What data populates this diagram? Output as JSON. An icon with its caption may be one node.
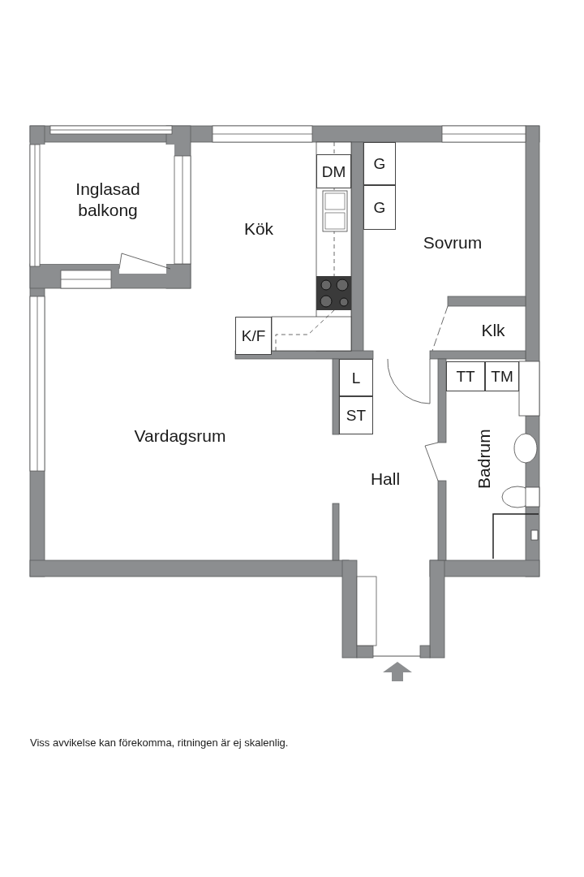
{
  "diagram": {
    "caption": "Viss avvikelse kan förekomma, ritningen är ej skalenlig.",
    "nodes": [
      {
        "text": [
          "DM"
        ]
      },
      {
        "text": [
          "G"
        ]
      },
      {
        "text": [
          "G"
        ]
      },
      {
        "text": [
          "K/F"
        ]
      },
      {
        "text": [
          "L"
        ]
      },
      {
        "text": [
          "ST"
        ]
      },
      {
        "text": [
          "TT"
        ]
      },
      {
        "text": [
          "TM"
        ]
      }
    ],
    "labels": [
      "Inglasad balkong",
      "Kök",
      "Sovrum",
      "Klk",
      "Vardagsrum",
      "Hall",
      "Badrum"
    ]
  }
}
